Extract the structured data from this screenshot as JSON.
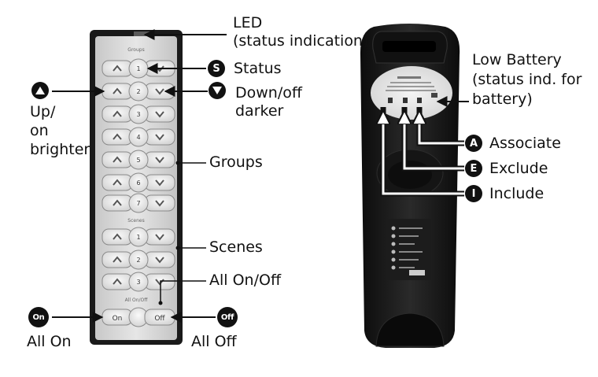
{
  "remote_front": {
    "groups_caption": "Groups",
    "scenes_caption": "Scenes",
    "all_caption": "All On/Off",
    "group_numbers": [
      "1",
      "2",
      "3",
      "4",
      "5",
      "6",
      "7"
    ],
    "scene_numbers": [
      "1",
      "2",
      "3"
    ],
    "on_button": "On",
    "off_button": "Off"
  },
  "callouts": {
    "led": [
      "LED",
      "(status indication)"
    ],
    "status": "Status",
    "status_badge": "S",
    "up": [
      "Up/",
      "on",
      "brighter"
    ],
    "down": [
      "Down/off",
      "darker"
    ],
    "groups": "Groups",
    "scenes": "Scenes",
    "all_on_off": "All On/Off",
    "on_badge": "On",
    "off_badge": "Off",
    "all_on": "All On",
    "all_off": "All Off",
    "low_battery": [
      "Low Battery",
      "(status ind. for",
      "battery)"
    ],
    "associate": "Associate",
    "associate_badge": "A",
    "exclude": "Exclude",
    "exclude_badge": "E",
    "include": "Include",
    "include_badge": "I"
  },
  "colors": {
    "remote_body": "#1a1a1a",
    "panel": "#d9d9d9",
    "button": "#f0f0f0",
    "text": "#111111"
  }
}
